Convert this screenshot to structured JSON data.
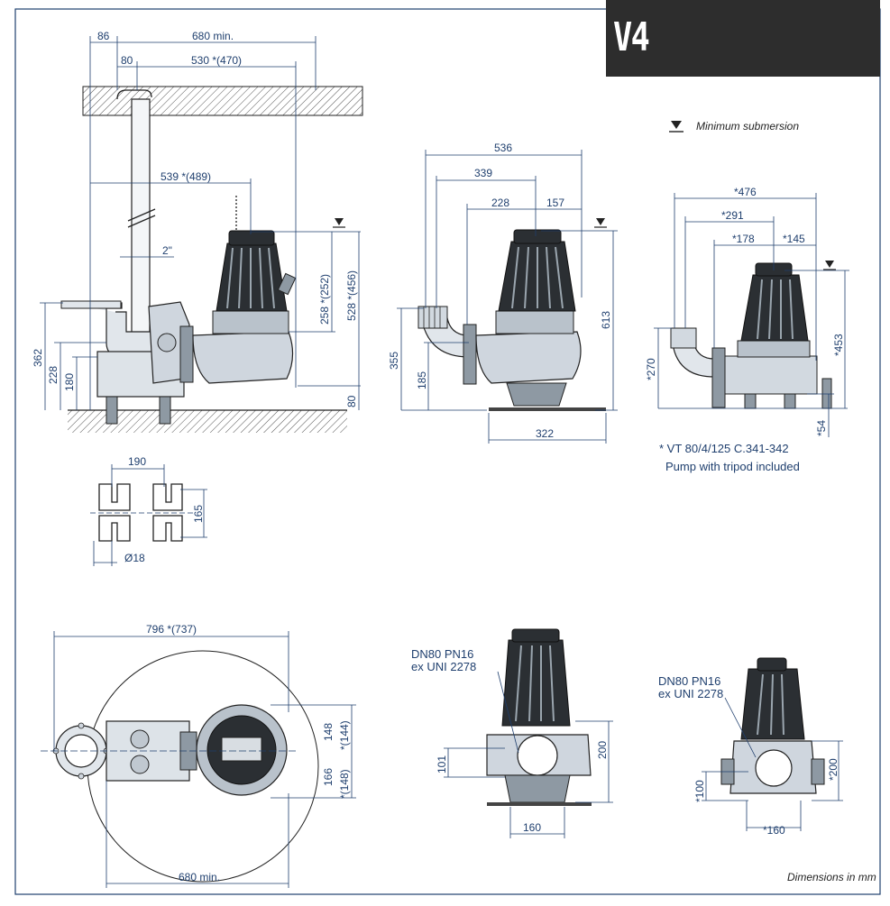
{
  "badge": "V4",
  "legend": {
    "submersion": "Minimum submersion"
  },
  "footer": "Dimensions in mm",
  "note": {
    "line1": "* VT 80/4/125 C.341-342",
    "line2": "Pump with tripod included"
  },
  "flange_label": {
    "line1": "DN80 PN16",
    "line2": "ex UNI 2278"
  },
  "flange_label_right": {
    "line1": "DN80 PN16",
    "line2": "ex UNI 2278"
  },
  "colors": {
    "frame": "#1f3f6e",
    "badge_bg": "#2d2d2d",
    "background": "#ffffff"
  },
  "dims": {
    "d86": "86",
    "d680min": "680 min.",
    "d80top": "80",
    "d530": "530  *(470)",
    "d539": "539  *(489)",
    "d2in": "2\"",
    "d258": "258  *(252)",
    "d528": "528  *(456)",
    "d80v": "80",
    "d362": "362",
    "d228v": "228",
    "d180": "180",
    "d536": "536",
    "d339": "339",
    "d228h": "228",
    "d157": "157",
    "d613": "613",
    "d355": "355",
    "d185": "185",
    "d322": "322",
    "d476": "*476",
    "d291": "*291",
    "d178": "*178",
    "d145": "*145",
    "d453": "*453",
    "d270": "*270",
    "d54": "*54",
    "d190": "190",
    "d165": "165",
    "d18": "Ø18",
    "d796": "796 *(737)",
    "d680min2": "680 min.",
    "d148": "148",
    "d144": "*(144)",
    "d166": "166",
    "d148b": "*(148)",
    "d101": "101",
    "d200": "200",
    "d160": "160",
    "d100s": "*100",
    "d200s": "*200",
    "d160s": "*160"
  }
}
